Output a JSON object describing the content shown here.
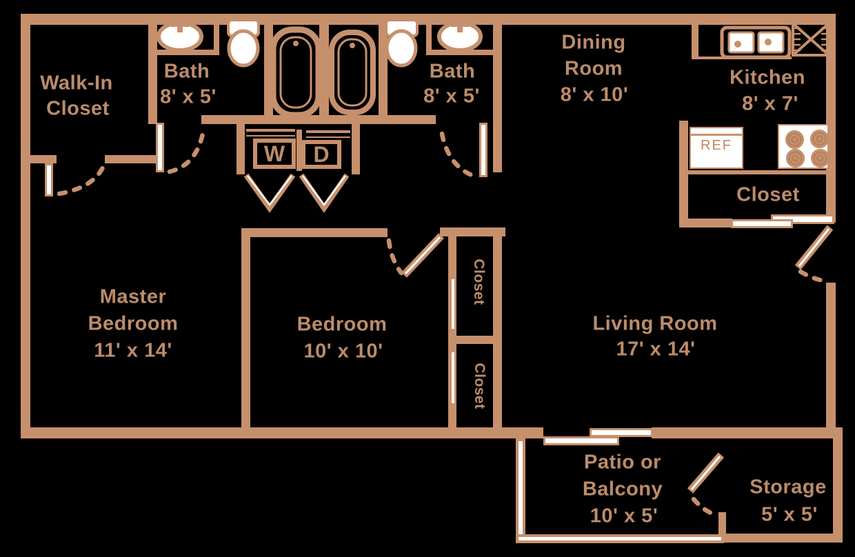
{
  "rooms": {
    "walk_in_closet": {
      "line1": "Walk-In",
      "line2": "Closet"
    },
    "bath_left": {
      "name": "Bath",
      "dims": "8' x 5'"
    },
    "bath_right": {
      "name": "Bath",
      "dims": "8' x 5'"
    },
    "dining_room": {
      "line1": "Dining",
      "line2": "Room",
      "dims": "8' x 10'"
    },
    "kitchen": {
      "name": "Kitchen",
      "dims": "8' x 7'"
    },
    "kitchen_closet": {
      "name": "Closet"
    },
    "master_bedroom": {
      "line1": "Master",
      "line2": "Bedroom",
      "dims": "11' x 14'"
    },
    "bedroom": {
      "name": "Bedroom",
      "dims": "10' x 10'"
    },
    "bedroom_closet_upper": {
      "name": "Closet"
    },
    "bedroom_closet_lower": {
      "name": "Closet"
    },
    "living_room": {
      "name": "Living Room",
      "dims": "17' x 14'"
    },
    "patio_balcony": {
      "line1": "Patio or",
      "line2": "Balcony",
      "dims": "10' x 5'"
    },
    "storage": {
      "name": "Storage",
      "dims": "5' x 5'"
    }
  },
  "appliances": {
    "washer": "W",
    "dryer": "D",
    "refrigerator": "REF"
  },
  "colors": {
    "wall": "#C7906C",
    "label": "#BC8C6B",
    "fixture_fill": "#FFFFFF",
    "background": "#000000"
  }
}
